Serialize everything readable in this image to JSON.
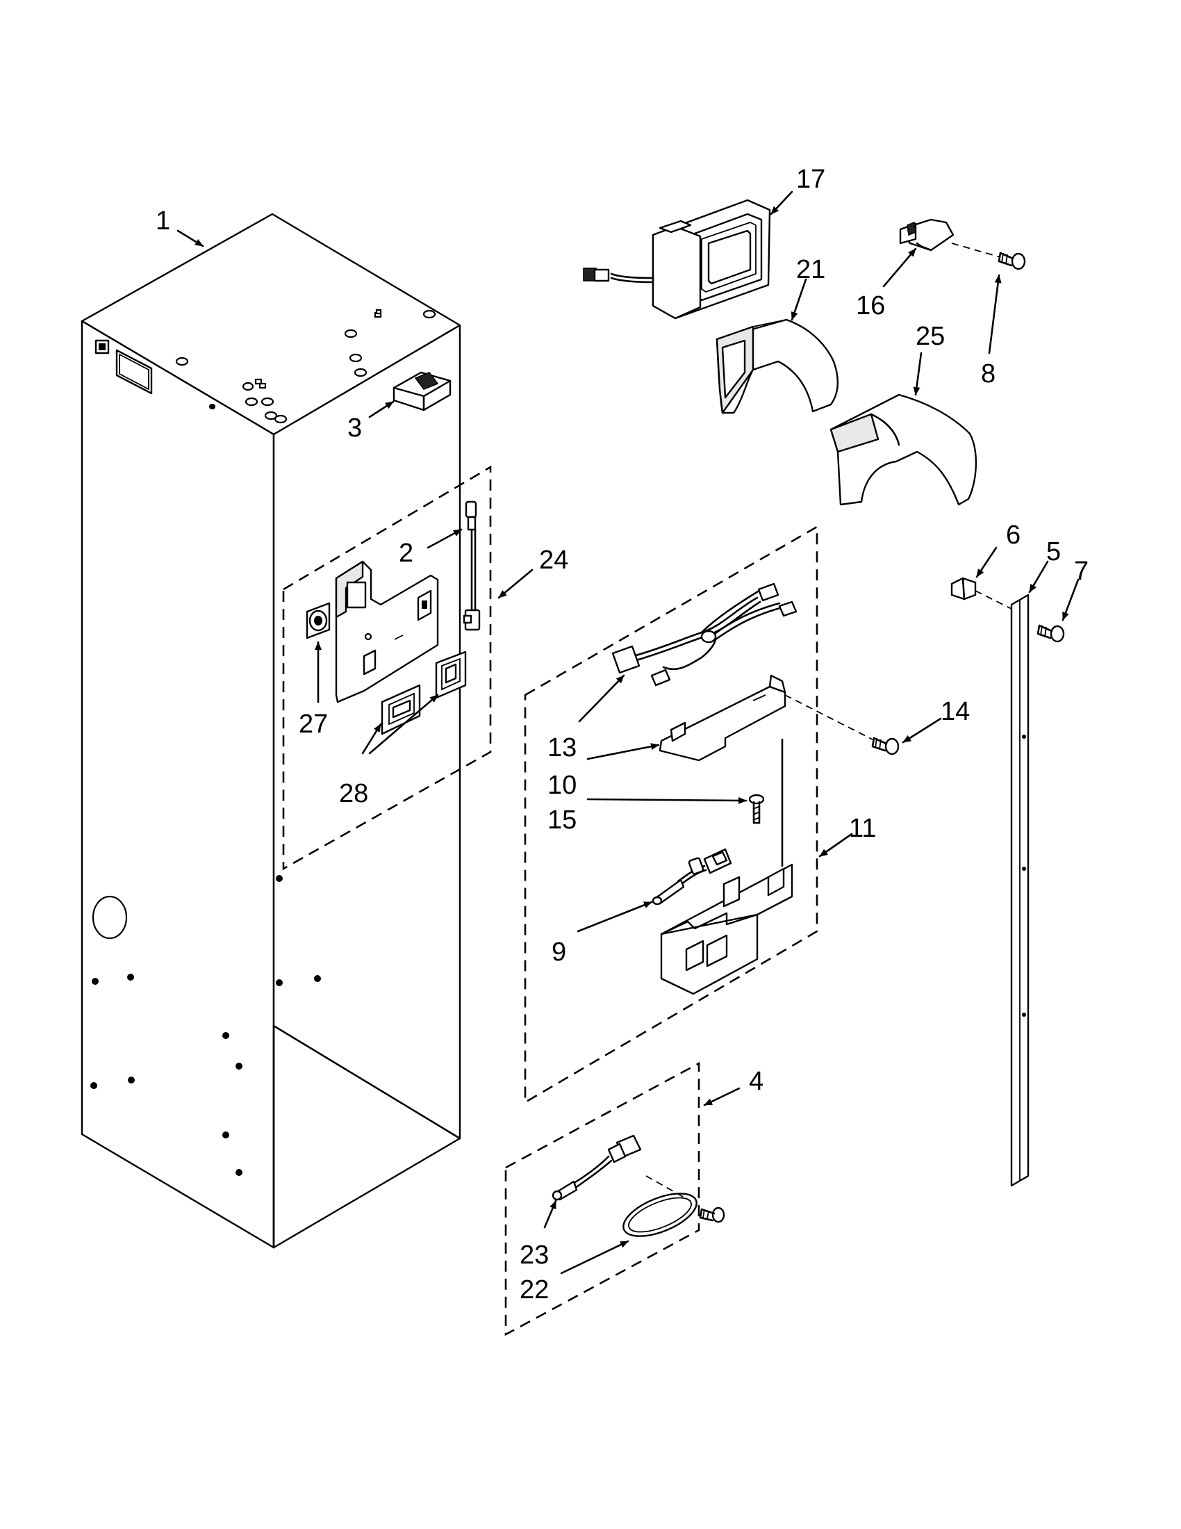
{
  "callouts": {
    "c1": "1",
    "c2": "2",
    "c3": "3",
    "c4": "4",
    "c5": "5",
    "c6": "6",
    "c7": "7",
    "c8": "8",
    "c9": "9",
    "c10": "10",
    "c11": "11",
    "c13": "13",
    "c14": "14",
    "c15": "15",
    "c16": "16",
    "c17": "17",
    "c21": "21",
    "c22": "22",
    "c23": "23",
    "c24": "24",
    "c25": "25",
    "c27": "27",
    "c28": "28"
  }
}
